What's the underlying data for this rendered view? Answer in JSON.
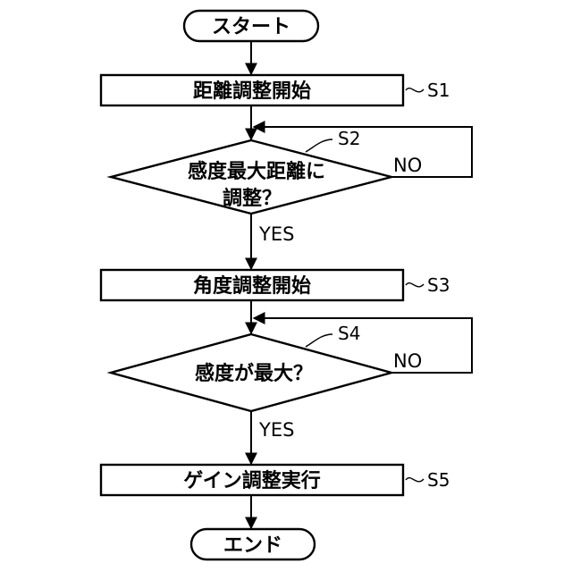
{
  "start": {
    "text": "スタート"
  },
  "end": {
    "text": "エンド"
  },
  "steps": {
    "s1": {
      "text": "距離調整開始",
      "label": "S1"
    },
    "s2": {
      "line1": "感度最大距離に",
      "line2": "調整？",
      "label": "S2",
      "yes": "YES",
      "no": "NO"
    },
    "s3": {
      "text": "角度調整開始",
      "label": "S3"
    },
    "s4": {
      "text": "感度が最大？",
      "label": "S4",
      "yes": "YES",
      "no": "NO"
    },
    "s5": {
      "text": "ゲイン調整実行",
      "label": "S5"
    }
  }
}
